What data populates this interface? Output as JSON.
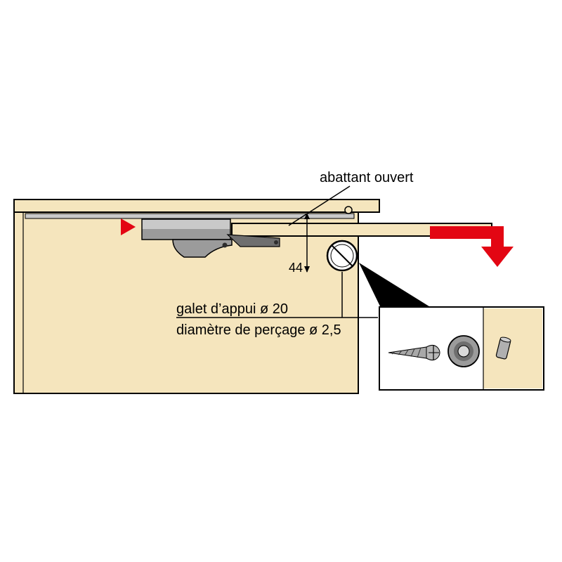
{
  "diagram": {
    "labels": {
      "flap_open": "abattant ouvert",
      "dimension": "44",
      "roller": "galet d’appui ø 20",
      "drill": "diamètre de perçage ø 2,5"
    },
    "colors": {
      "background": "#ffffff",
      "panel": "#f5e5bd",
      "red": "#e30613",
      "metal": "#9b9b9b",
      "metal_dark": "#6f6f6f",
      "metal_light": "#c9c9c9",
      "outline": "#000000"
    }
  }
}
